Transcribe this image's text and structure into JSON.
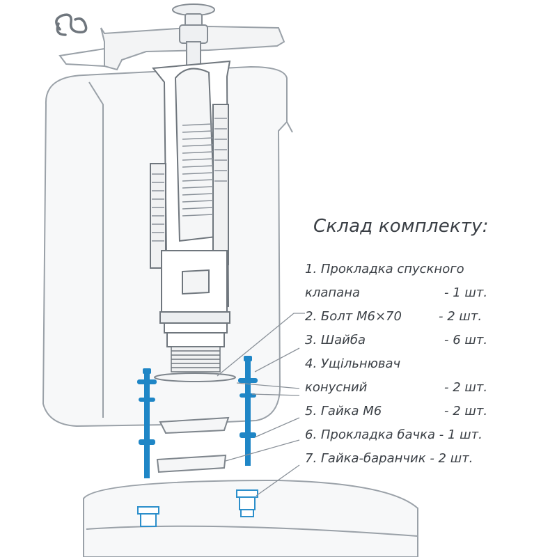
{
  "logo": {
    "icon": "infinity-logo-icon"
  },
  "kit": {
    "title": "Склад комплекту:",
    "rows": [
      {
        "label": "1. Прокладка спускного",
        "qty": ""
      },
      {
        "label": "клапана",
        "qty": "- 1 шт."
      },
      {
        "label": "2. Болт М6×70",
        "qty": "- 2 шт."
      },
      {
        "label": "3. Шайба",
        "qty": "- 6 шт."
      },
      {
        "label": "4. Ущільнювач",
        "qty": ""
      },
      {
        "label": "конусний",
        "qty": "- 2 шт."
      },
      {
        "label": "5. Гайка М6",
        "qty": "- 2 шт."
      },
      {
        "label": "6. Прокладка бачка - 1 шт.",
        "qty": ""
      },
      {
        "label": "7. Гайка-баранчик - 2 шт.",
        "qty": ""
      }
    ]
  },
  "colors": {
    "line": "#8a9199",
    "fill": "#f3f4f5",
    "accent": "#1f86c6",
    "text": "#3a3f45"
  }
}
